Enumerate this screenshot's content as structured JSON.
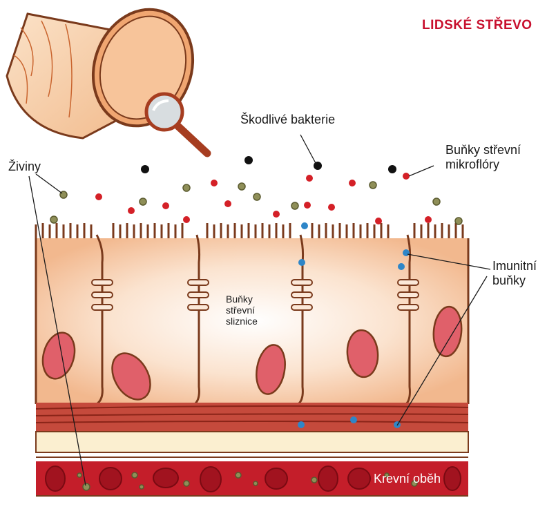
{
  "title": "LIDSKÉ STŘEVO",
  "labels": {
    "harmful_bacteria": "Škodlivé bakterie",
    "nutrients": "Živiny",
    "microflora_line1": "Buňky střevní",
    "microflora_line2": "mikroflóry",
    "immune_line1": "Imunitní",
    "immune_line2": "buňky",
    "mucosa_line1": "Buňky",
    "mucosa_line2": "střevní",
    "mucosa_line3": "sliznice",
    "circulation": "Krevní oběh"
  },
  "colors": {
    "title": "#c8102e",
    "cell_fill": "#f6c8a4",
    "cell_outline": "#7a3a1c",
    "muscle_red": "#b5342a",
    "blood_band": "#c41e2a",
    "red_bacteria": "#d42027",
    "black_bacteria": "#111111",
    "nutrient": "#9a9a5a",
    "immune": "#2e86c8"
  },
  "icons": {
    "intestine": "intestine-tube-icon",
    "magnifier": "magnifying-glass-icon"
  }
}
